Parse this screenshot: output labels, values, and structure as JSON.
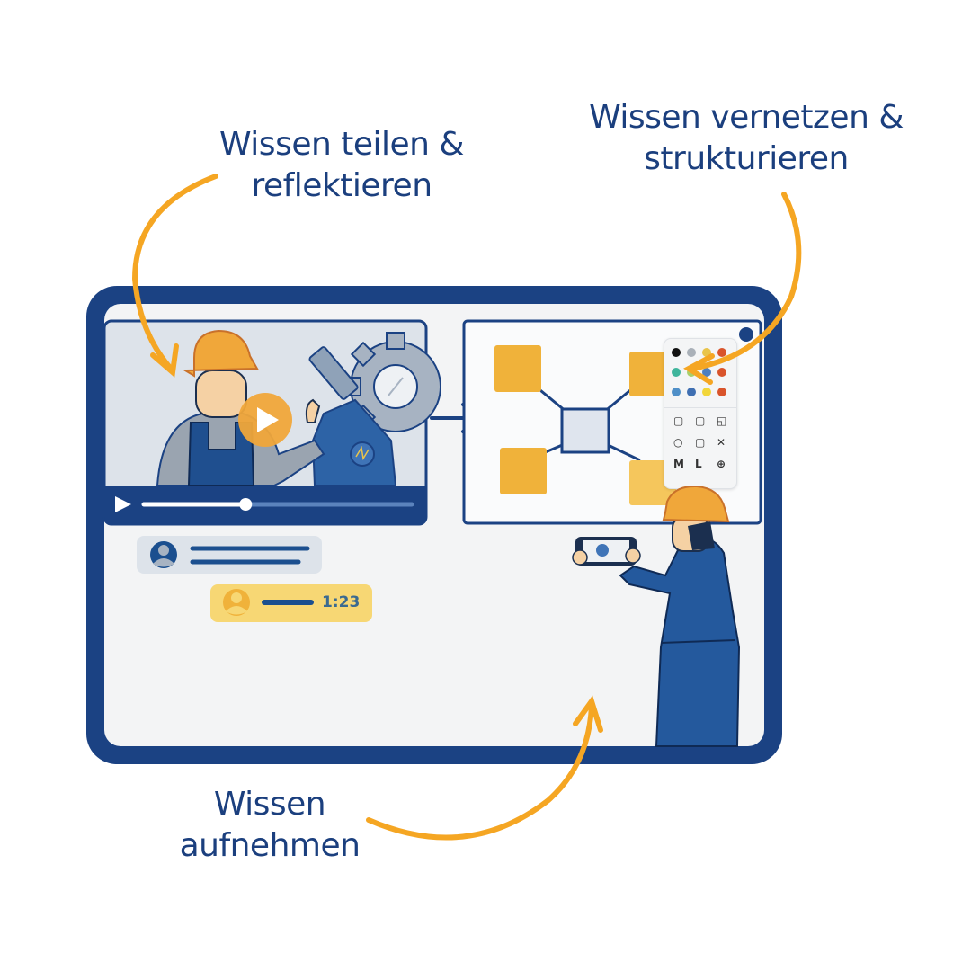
{
  "labels": {
    "share_line1": "Wissen teilen &",
    "share_line2": "reflektieren",
    "network_line1": "Wissen vernetzen &",
    "network_line2": "strukturieren",
    "capture_line1": "Wissen",
    "capture_line2": "aufnehmen"
  },
  "video": {
    "progress": 0.38,
    "big_play_icon": "play-icon",
    "small_play_icon": "play-icon"
  },
  "comments": [
    {
      "avatar": "user-icon",
      "style": "gray"
    },
    {
      "avatar": "user-icon",
      "style": "yellow",
      "timestamp": "1:23"
    }
  ],
  "palette": {
    "colors": [
      "#111111",
      "#a9b0b8",
      "#e9c44a",
      "#d9542b",
      "#3fb59c",
      "#a9cf6a",
      "#4e7fbf",
      "#d9542b",
      "#4f8fc8",
      "#3f6fb2",
      "#f2d63a",
      "#d9542b"
    ],
    "tools": [
      "square-icon",
      "square-icon",
      "note-icon",
      "circle-icon",
      "square-icon",
      "close-icon",
      "M",
      "L",
      "plus-circle-icon"
    ]
  },
  "colors": {
    "navy": "#1b4283",
    "orange": "#f5a623",
    "amber": "#f0b23a",
    "screen_bg": "#f3f4f5"
  }
}
